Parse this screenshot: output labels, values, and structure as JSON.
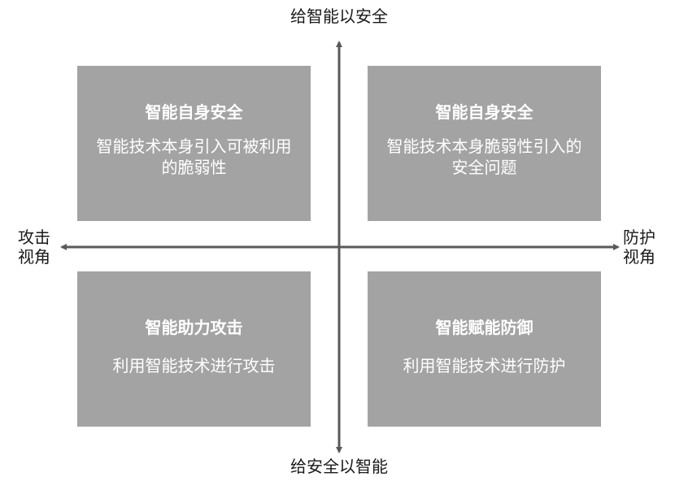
{
  "axes": {
    "top_label": "给智能以安全",
    "bottom_label": "给安全以智能",
    "left_label_line1": "攻击",
    "left_label_line2": "视角",
    "right_label_line1": "防护",
    "right_label_line2": "视角",
    "color": "#595959"
  },
  "quadrants": {
    "top_left": {
      "title": "智能自身安全",
      "desc_line1": "智能技术本身引入可被利用",
      "desc_line2": "的脆弱性"
    },
    "top_right": {
      "title": "智能自身安全",
      "desc_line1": "智能技术本身脆弱性引入的",
      "desc_line2": "安全问题"
    },
    "bottom_left": {
      "title": "智能助力攻击",
      "desc_line1": "利用智能技术进行攻击"
    },
    "bottom_right": {
      "title": "智能赋能防御",
      "desc_line1": "利用智能技术进行防护"
    }
  },
  "colors": {
    "box_fill": "#a3a3a3",
    "box_text": "#ffffff",
    "label_text": "#1a1a1a"
  }
}
